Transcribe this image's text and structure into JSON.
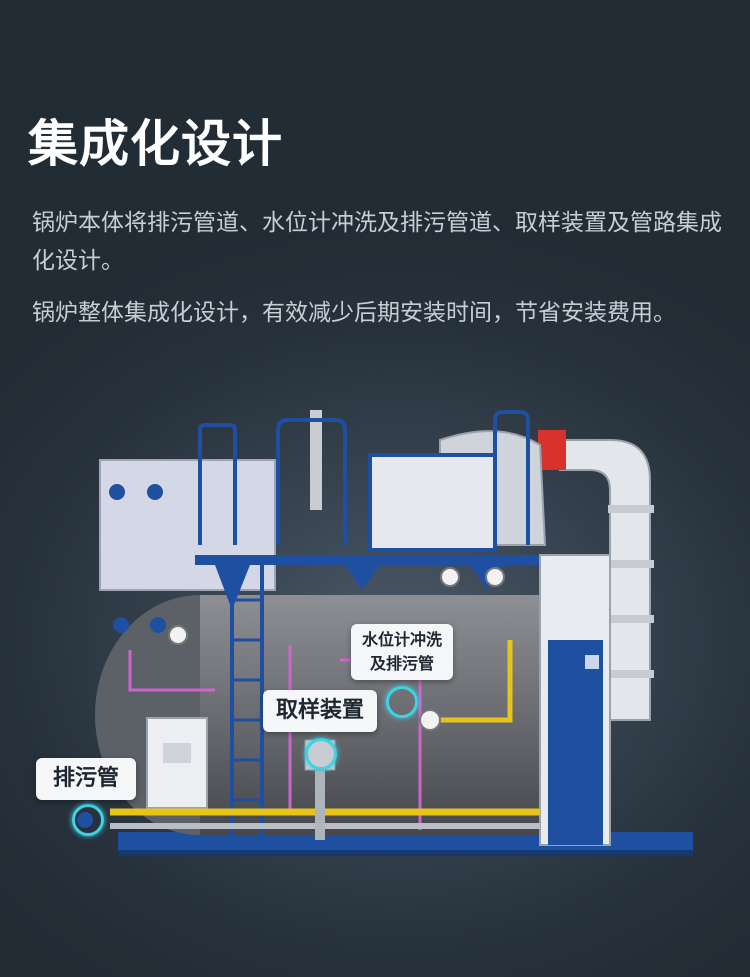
{
  "title": "集成化设计",
  "paragraph_1": "锅炉本体将排污管道、水位计冲洗及排污管道、取样装置及管路集成化设计。",
  "paragraph_2": "锅炉整体集成化设计，有效减少后期安装时间，节省安装费用。",
  "callouts": {
    "drain_pipe": "排污管",
    "sampling_device": "取样装置",
    "water_gauge_line1": "水位计冲洗",
    "water_gauge_line2": "及排污管"
  },
  "colors": {
    "background": "#2a343e",
    "title": "#ffffff",
    "body_text": "#c7ced6",
    "frame_blue": "#1f4fa0",
    "highlight_ring": "#3fd2e2",
    "burner_red": "#d9322b"
  }
}
